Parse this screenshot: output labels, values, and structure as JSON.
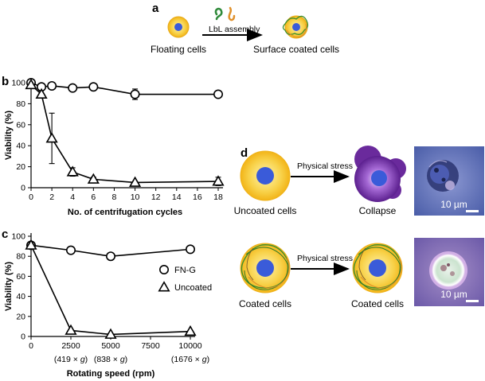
{
  "panels": {
    "a": {
      "letter": "a",
      "arrow_label": "LbL assembly",
      "left_caption": "Floating cells",
      "right_caption": "Surface coated cells"
    },
    "d": {
      "letter": "d",
      "top": {
        "left_caption": "Uncoated cells",
        "arrow_label": "Physical stress",
        "right_caption": "Collapse",
        "scale_bar": "10 µm"
      },
      "bottom": {
        "left_caption": "Coated cells",
        "arrow_label": "Physical stress",
        "right_caption": "Coated cells",
        "scale_bar": "10 µm"
      }
    }
  },
  "colors": {
    "cell_yellow": "#f6c21e",
    "nucleus_blue": "#3a5bd9",
    "collapse_purple": "#6a2a9c",
    "fiber_green": "#3e8f2e",
    "fiber_orange": "#e0902a",
    "micro_background": "#5a6fb8"
  },
  "chart_data": [
    {
      "panel": "b",
      "type": "line",
      "xlabel": "No. of centrifugation cycles",
      "ylabel": "Viability (%)",
      "xlim": [
        0,
        18
      ],
      "ylim": [
        0,
        100
      ],
      "xticks": [
        0,
        2,
        4,
        6,
        8,
        10,
        12,
        14,
        16,
        18
      ],
      "yticks": [
        0,
        20,
        40,
        60,
        80,
        100
      ],
      "series": [
        {
          "marker": "circle",
          "x": [
            0,
            1,
            2,
            4,
            6,
            10,
            18
          ],
          "y": [
            100,
            96,
            97,
            95,
            96,
            89,
            89
          ],
          "err": [
            0,
            0,
            0,
            0,
            0,
            5,
            2
          ]
        },
        {
          "marker": "triangle",
          "x": [
            0,
            1,
            2,
            4,
            6,
            10,
            18
          ],
          "y": [
            98,
            89,
            47,
            15,
            8,
            5,
            6
          ],
          "err": [
            0,
            0,
            24,
            4,
            2,
            1,
            4
          ]
        }
      ]
    },
    {
      "panel": "c",
      "type": "line",
      "xlabel": "Rotating speed (rpm)",
      "ylabel": "Viability (%)",
      "xlim": [
        0,
        10000
      ],
      "ylim": [
        0,
        100
      ],
      "xticks": [
        0,
        2500,
        5000,
        7500,
        10000
      ],
      "yticks": [
        0,
        20,
        40,
        60,
        80,
        100
      ],
      "xsub": [
        {
          "x": 2500,
          "num": "(419 × ",
          "g": "g",
          "close": ")"
        },
        {
          "x": 5000,
          "num": "(838 × ",
          "g": "g",
          "close": ")"
        },
        {
          "x": 10000,
          "num": "(1676 × ",
          "g": "g",
          "close": ")"
        }
      ],
      "legend": [
        "FN-G",
        "Uncoated"
      ],
      "series": [
        {
          "name": "FN-G",
          "marker": "circle",
          "x": [
            0,
            2500,
            5000,
            10000
          ],
          "y": [
            91,
            86,
            80,
            87
          ]
        },
        {
          "name": "Uncoated",
          "marker": "triangle",
          "x": [
            0,
            2500,
            5000,
            10000
          ],
          "y": [
            91,
            6,
            2,
            5
          ]
        }
      ]
    }
  ]
}
